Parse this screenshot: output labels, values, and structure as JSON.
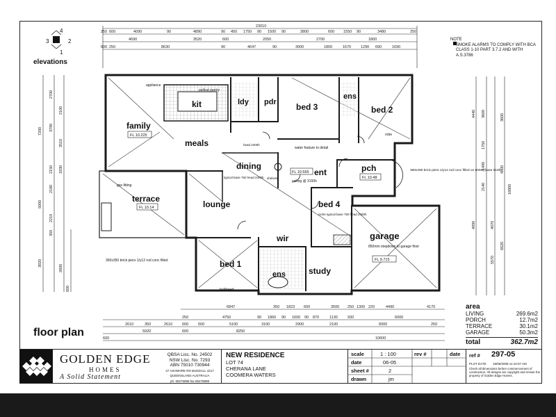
{
  "elevations": {
    "label": "elevations",
    "n": [
      "4",
      "3",
      "2",
      "1"
    ]
  },
  "note": {
    "title": "NOTE",
    "text": "SMOKE ALARMS TO COMPLY WITH BCA CLASS 1-10 PART 3.7.2 AND WITH A.S.3786"
  },
  "drawing_title": "floor plan",
  "rooms": {
    "kit": "kit",
    "ldy": "ldy",
    "pdr": "pdr",
    "bed3": "bed 3",
    "bed2": "bed 2",
    "ens_top": "ens",
    "family": "family",
    "meals": "meals",
    "dining": "dining",
    "ent": "ent",
    "pch": "pch",
    "terrace": "terrace",
    "lounge": "lounge",
    "bed4": "bed 4",
    "garage": "garage",
    "wir": "wir",
    "bed1": "bed 1",
    "ens_bottom": "ens",
    "study": "study"
  },
  "floor_levels": {
    "family": "FL 10.225",
    "terrace": "FL 10.14",
    "ent": "FL 10.565",
    "pch": "FL 10.48",
    "garage": "FL 9.715"
  },
  "annotations": {
    "appliance": "appliance",
    "pantry": "pullout pantry",
    "water": "water feature to detail",
    "ceiling": "ceiling @ 3150h",
    "gas": "gas fitting",
    "lounge_base": "typical base 750 head 2400h",
    "bed4_base": "niche typical base 750 head 2400h",
    "garage_step": "850mm stepdown to garage floor",
    "piers_top": "380x490 brick piers 1/y12 rod conc filled on 600sq base 518h",
    "piers_bottom": "350x350 brick piers 1/y12 rod conc filled.",
    "bulkhead": "bulkhead",
    "robe": "robe",
    "head": "head 2400h",
    "shelves": "shelves"
  },
  "dimensions": {
    "top_overall": "23010",
    "top_row1": [
      "250",
      "600",
      "4090",
      "90",
      "4890",
      "90",
      "450",
      "1750",
      "90",
      "1500",
      "90",
      "3800",
      "600",
      "1550",
      "90",
      "3480",
      "250"
    ],
    "top_row2": [
      "4690",
      "3520",
      "600",
      "2050",
      "2700",
      "1800"
    ],
    "top_row3": [
      "600",
      "250",
      "8630",
      "90",
      "4647",
      "90",
      "3900",
      "1800",
      "1670",
      "1290",
      "690",
      "1690"
    ],
    "bottom_row1": [
      "6847",
      "350",
      "1823",
      "600",
      "3500",
      "250",
      "1300",
      "220",
      "4490",
      "4170"
    ],
    "bottom_row2": [
      "250",
      "2610",
      "350",
      "2610",
      "4750",
      "90",
      "1860",
      "90",
      "1600",
      "90",
      "870",
      "1130",
      "930",
      "6000"
    ],
    "bottom_row3": [
      "600",
      "500",
      "5100",
      "3100",
      "2900",
      "2100",
      "8300",
      "250"
    ],
    "bottom_row4": [
      "5920",
      "600",
      "8250",
      "600",
      "10600"
    ],
    "right_overall": "16800",
    "left_vertical": [
      "7200",
      "5000",
      "3920",
      "2700",
      "3790",
      "3510",
      "2150",
      "2180",
      "2210",
      "350",
      "2600",
      "2100",
      "1830",
      "600"
    ],
    "right_vertical": [
      "4440",
      "3600",
      "1750",
      "1490",
      "2140",
      "4990",
      "4070",
      "5570",
      "6620",
      "3600",
      "4800"
    ]
  },
  "area": {
    "title": "area",
    "rows": [
      {
        "label": "LIVING",
        "value": "269.6m2"
      },
      {
        "label": "PORCH",
        "value": "12.7m2"
      },
      {
        "label": "TERRACE",
        "value": "30.1m2"
      },
      {
        "label": "GARAGE",
        "value": "50.3m2"
      }
    ],
    "total_label": "total",
    "total_value": "362.7m2"
  },
  "titleblock": {
    "brand1": "GOLDEN EDGE",
    "brand2": "HOMES",
    "slogan": "A Solid Statement",
    "qbsa": "QBSA Lisc. No. 24502",
    "nsw": "NSW Lisc. No. 7293",
    "abn": "ABN 75010 730944",
    "address": "47 ASHMORE RD BUNDALL 4217 QUEENSLAND AUSTRALIA",
    "phone": "ph: 55275888    fax 55278888",
    "project": "NEW RESIDENCE",
    "lot": "LOT 74",
    "street": "CHERANA LANE",
    "suburb": "COOMERA WATERS",
    "scale_label": "scale",
    "scale": "1 : 100",
    "date_label": "date",
    "date": "06-05",
    "sheet_label": "sheet #",
    "sheet": "2",
    "drawn_label": "drawn",
    "drawn": "jm",
    "rev_label": "rev #",
    "date2_label": "date",
    "ref_label": "ref #",
    "ref": "297-05",
    "plot_label": "PLOT DATE",
    "plot": "19/06/2008 11:10:07 AM",
    "disclaimer": "Check all dimensions before commencement of construction. All designs are copyright and remain the property of Golden Edge Homes."
  },
  "colors": {
    "line": "#1a1a1a",
    "hatch": "#9a9a9a",
    "bar": "#1a1a1a"
  }
}
